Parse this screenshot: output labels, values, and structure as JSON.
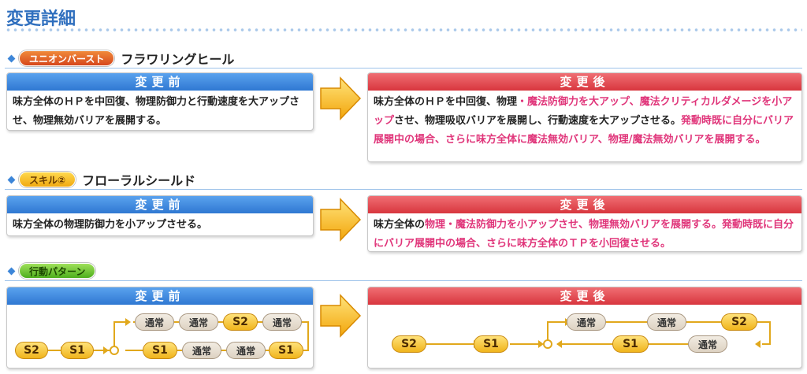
{
  "page_title": "変更詳細",
  "sections": [
    {
      "badge": "ユニオンバースト",
      "name": "フラワリングヒール",
      "before_label": "変更前",
      "after_label": "変更後",
      "before_text": "味方全体のＨＰを中回復、物理防御力と行動速度を大アップさせ、物理無効バリアを展開する。",
      "after_a": "味方全体のＨＰを中回復、物理",
      "after_b": "・魔法防御力を大アップ、魔法クリティカルダメージを小アップ",
      "after_c": "させ、物理吸収バリアを展開し、行動速度を大アップさせる。",
      "after_d": "発動時既に自分にバリア展開中の場合、さらに味方全体に魔法無効バリア、物理/魔法無効バリアを展開する。"
    },
    {
      "badge": "スキル②",
      "name": "フローラルシールド",
      "before_label": "変更前",
      "after_label": "変更後",
      "before_text": "味方全体の物理防御力を小アップさせる。",
      "after_a": "味方全体の",
      "after_b": "物理・魔法防御力を小アップさせ、物理無効バリアを展開する。発動時既に自分にバリア展開中の場合、さらに味方全体のＴＰを小回復させる。"
    },
    {
      "badge": "行動パターン",
      "before_label": "変更前",
      "after_label": "変更後",
      "before_pattern": {
        "start": [
          "S2",
          "S1"
        ],
        "loop_top": [
          "通常",
          "通常",
          "S2",
          "通常"
        ],
        "loop_bottom": [
          "S1",
          "通常",
          "通常",
          "S1"
        ]
      },
      "after_pattern": {
        "start": [
          "S2",
          "S1"
        ],
        "loop_top": [
          "通常",
          "通常",
          "S2"
        ],
        "loop_bottom": [
          "S1",
          "通常"
        ]
      }
    }
  ],
  "colors": {
    "blue_header": "#3d86d8",
    "red_header": "#d8363e",
    "pink_text": "#e0357a",
    "title": "#2f6fbe"
  },
  "icons": [
    "diamond-bullet-icon",
    "right-arrow-icon"
  ]
}
